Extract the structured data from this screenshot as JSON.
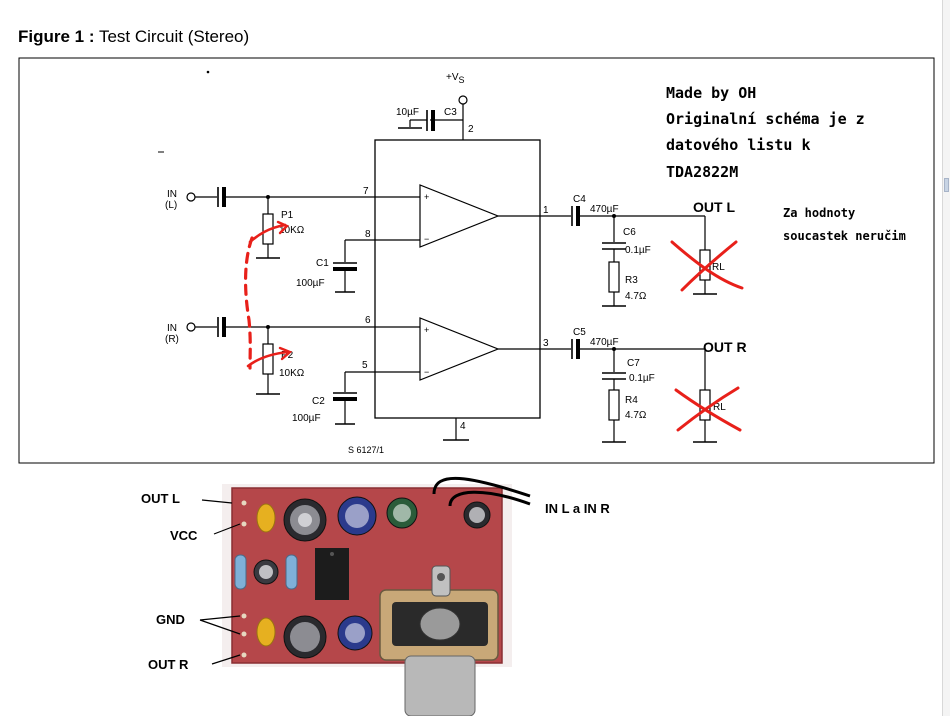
{
  "figure": {
    "label": "Figure 1 :",
    "title": "Test Circuit (Stereo)"
  },
  "schematic": {
    "supply": "+V",
    "supply_sub": "S",
    "c3_value": "10µF",
    "c3_name": "C3",
    "pins": {
      "p1": "1",
      "p2": "2",
      "p3": "3",
      "p4": "4",
      "p5": "5",
      "p6": "6",
      "p7": "7",
      "p8": "8"
    },
    "in_l_1": "IN",
    "in_l_2": "(L)",
    "in_r_1": "IN",
    "in_r_2": "(R)",
    "p1_name": "P1",
    "p1_value": "10KΩ",
    "p2_name": "P2",
    "p2_value": "10KΩ",
    "c1_name": "C1",
    "c1_value": "100µF",
    "c2_name": "C2",
    "c2_value": "100µF",
    "c4_name": "C4",
    "c4_value": "470µF",
    "c5_name": "C5",
    "c5_value": "470µF",
    "c6_name": "C6",
    "c6_value": "0.1µF",
    "c7_name": "C7",
    "c7_value": "0.1µF",
    "r3_name": "R3",
    "r3_value": "4.7Ω",
    "r4_name": "R4",
    "r4_value": "4.7Ω",
    "rl_top": "RL",
    "rl_bottom": "RL",
    "out_l": "OUT L",
    "out_r": "OUT R",
    "code": "S 6127/1",
    "note_1": "Made by OH",
    "note_2": "Originalní schéma je z",
    "note_3": "datového listu k",
    "note_4": "TDA2822M",
    "side_note_1": "Za hodnoty",
    "side_note_2": "soucastek neručim"
  },
  "pcb": {
    "out_l": "OUT L",
    "vcc": "VCC",
    "gnd": "GND",
    "out_r": "OUT R",
    "inputs": "IN L a IN R"
  },
  "colors": {
    "annotation_red": "#e8201a",
    "pcb_board": "#b5474a",
    "cap_yellow": "#e6b020"
  }
}
